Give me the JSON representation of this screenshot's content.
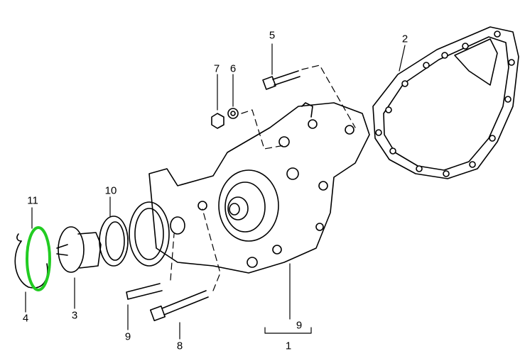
{
  "diagram": {
    "highlight_color": "#22cc22",
    "callouts": [
      {
        "id": "c5",
        "text": "5"
      },
      {
        "id": "c2",
        "text": "2"
      },
      {
        "id": "c7",
        "text": "7"
      },
      {
        "id": "c6",
        "text": "6"
      },
      {
        "id": "c11",
        "text": "11"
      },
      {
        "id": "c10",
        "text": "10"
      },
      {
        "id": "c4",
        "text": "4"
      },
      {
        "id": "c3",
        "text": "3"
      },
      {
        "id": "c9a",
        "text": "9"
      },
      {
        "id": "c8",
        "text": "8"
      },
      {
        "id": "c9b",
        "text": "9"
      },
      {
        "id": "c1",
        "text": "1"
      }
    ]
  }
}
